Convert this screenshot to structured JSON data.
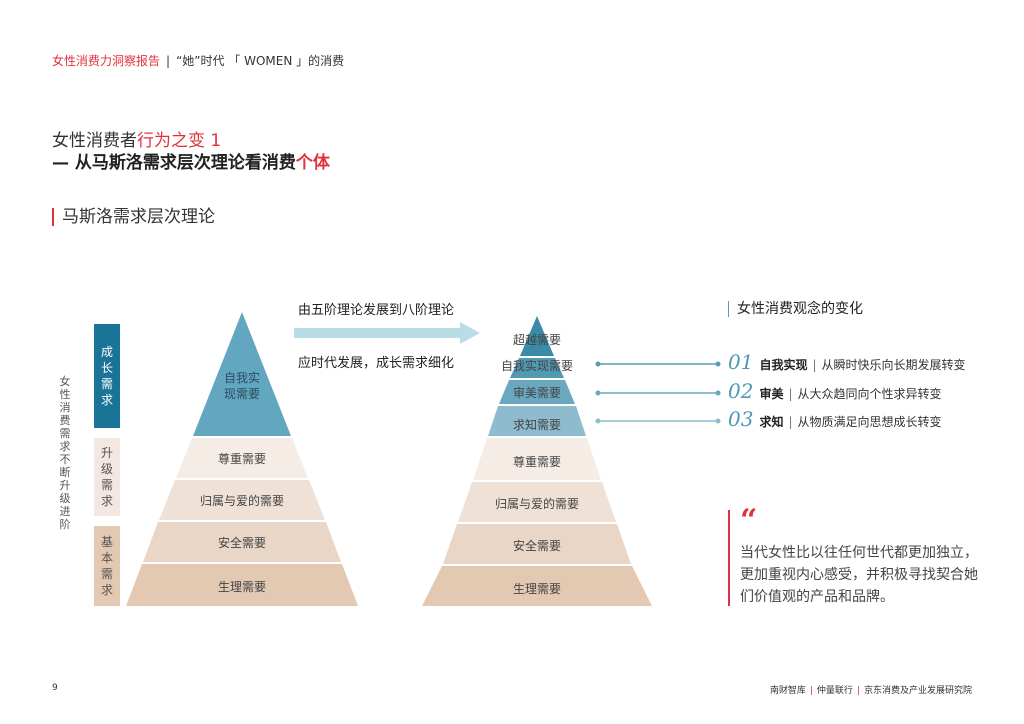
{
  "header": {
    "report_name": "女性消费力洞察报告",
    "separator": "|",
    "chapter": "“她”时代 「 WOMEN 」的消费"
  },
  "title": {
    "line1_prefix": "女性消费者",
    "line1_highlight": "行为之变 1",
    "line2_prefix": "— 从马斯洛需求层次理论看消费",
    "line2_highlight": "个体"
  },
  "section_title": "马斯洛需求层次理论",
  "left_pyramid": {
    "side_label": "女性消费需求不断升级进阶",
    "bands": [
      {
        "label": "成长需求",
        "color": "#1a7498",
        "text_color": "#ffffff"
      },
      {
        "label": "升级需求",
        "color": "#f2e8e1",
        "text_color": "#555555"
      },
      {
        "label": "基本需求",
        "color": "#e3c8b2",
        "text_color": "#555555"
      }
    ],
    "levels": [
      {
        "label": "自我实现需要",
        "color": "#62a6bf"
      },
      {
        "label": "尊重需要",
        "color": "#f5ece6"
      },
      {
        "label": "归属与爱的需要",
        "color": "#efe1d6"
      },
      {
        "label": "安全需要",
        "color": "#e9d6c6"
      },
      {
        "label": "生理需要",
        "color": "#e3c8b2"
      }
    ]
  },
  "arrow": {
    "top_text": "由五阶理论发展到八阶理论",
    "bottom_text": "应时代发展，成长需求细化",
    "color": "#b9dde6"
  },
  "right_pyramid": {
    "levels": [
      {
        "label": "超越需要",
        "color": "#3b8aa8"
      },
      {
        "label": "自我实现需要",
        "color": "#5299b4"
      },
      {
        "label": "审美需要",
        "color": "#6aa8c0"
      },
      {
        "label": "求知需要",
        "color": "#8ebbcd"
      },
      {
        "label": "尊重需要",
        "color": "#f5ece6"
      },
      {
        "label": "归属与爱的需要",
        "color": "#efe1d6"
      },
      {
        "label": "安全需要",
        "color": "#e9d6c6"
      },
      {
        "label": "生理需要",
        "color": "#e3c8b2"
      }
    ]
  },
  "changes": {
    "title": "女性消费观念的变化",
    "items": [
      {
        "num": "01",
        "keyword": "自我实现",
        "sep": "|",
        "desc": "从瞬时快乐向长期发展转变"
      },
      {
        "num": "02",
        "keyword": "审美",
        "sep": "|",
        "desc": "从大众趋同向个性求异转变"
      },
      {
        "num": "03",
        "keyword": "求知",
        "sep": "|",
        "desc": "从物质满足向思想成长转变"
      }
    ]
  },
  "quote": {
    "mark": "“",
    "text": "当代女性比以往任何世代都更加独立，更加重视内心感受，并积极寻找契合她们价值观的产品和品牌。"
  },
  "footer": {
    "page_number": "9",
    "sources": [
      "南财智库",
      "仲量联行",
      "京东消费及产业发展研究院"
    ],
    "separator": "|"
  },
  "colors": {
    "accent_red": "#e0323c",
    "accent_blue": "#4f98b3"
  }
}
